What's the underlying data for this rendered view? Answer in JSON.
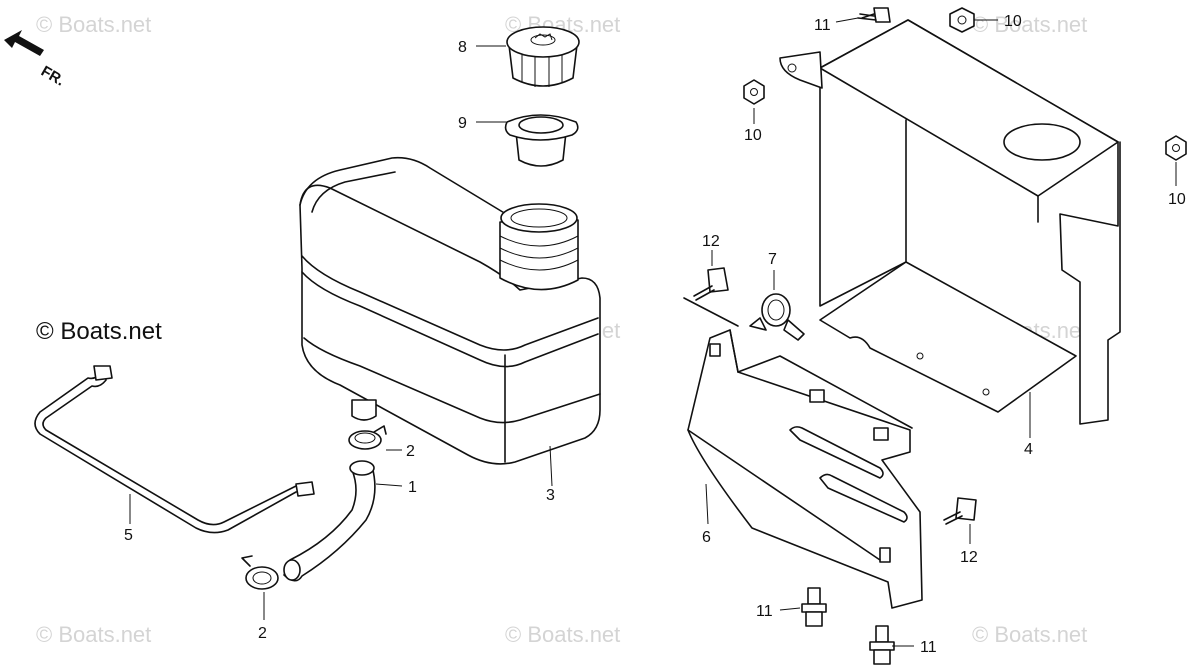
{
  "watermark": {
    "text": "© Boats.net",
    "prominent_text": "© Boats.net"
  },
  "direction_label": "FR.",
  "callouts": {
    "c1": "1",
    "c2a": "2",
    "c2b": "2",
    "c3": "3",
    "c4": "4",
    "c5": "5",
    "c6": "6",
    "c7": "7",
    "c8": "8",
    "c9": "9",
    "c10a": "10",
    "c10b": "10",
    "c10c": "10",
    "c11a": "11",
    "c11b": "11",
    "c11c": "11",
    "c12a": "12",
    "c12b": "12"
  }
}
